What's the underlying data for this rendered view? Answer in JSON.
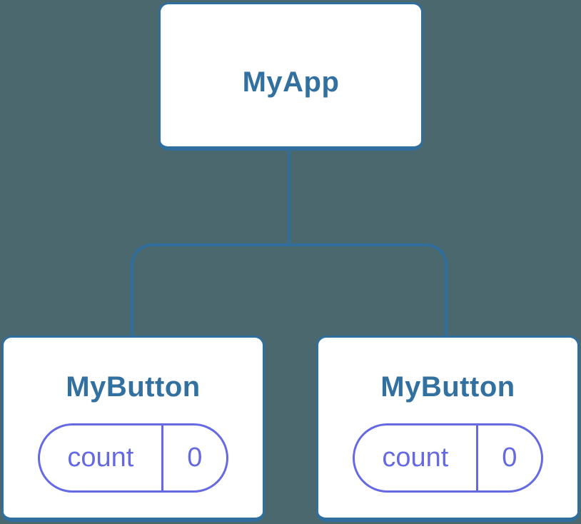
{
  "diagram": {
    "colors": {
      "background": "#4c686f",
      "line": "#2f6e9d",
      "node-fill": "#ffffff",
      "node-title": "#31709f",
      "state": "#666ae2"
    },
    "root": {
      "label": "MyApp"
    },
    "children": [
      {
        "label": "MyButton",
        "state": {
          "key": "count",
          "value": "0"
        }
      },
      {
        "label": "MyButton",
        "state": {
          "key": "count",
          "value": "0"
        }
      }
    ]
  }
}
